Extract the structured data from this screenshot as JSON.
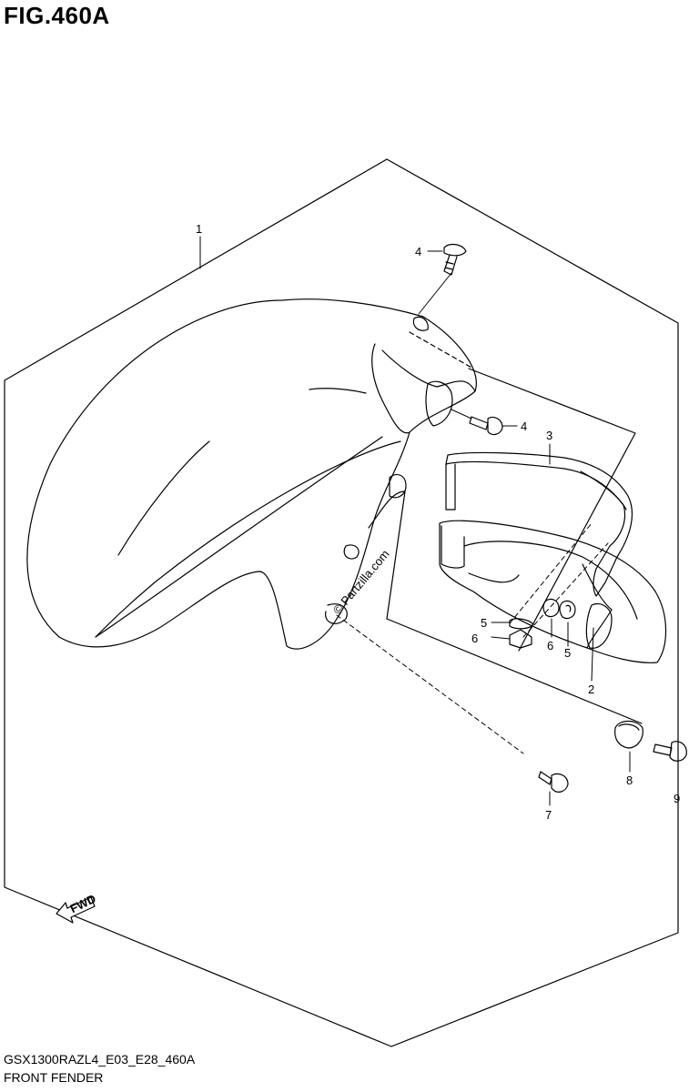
{
  "figure": {
    "title": "FIG.460A"
  },
  "callouts": {
    "c1": "1",
    "c2": "2",
    "c3": "3",
    "c4a": "4",
    "c4b": "4",
    "c5a": "5",
    "c5b": "5",
    "c6a": "6",
    "c6b": "6",
    "c7": "7",
    "c8": "8",
    "c9": "9"
  },
  "watermark": "© Partzilla.com",
  "fwd_arrow": {
    "label": "FWD",
    "icon": "fwd-arrow-icon"
  },
  "footer": {
    "code": "GSX1300RAZL4_E03_E28_460A",
    "name": "FRONT FENDER"
  },
  "colors": {
    "line": "#000000",
    "background": "#ffffff"
  }
}
